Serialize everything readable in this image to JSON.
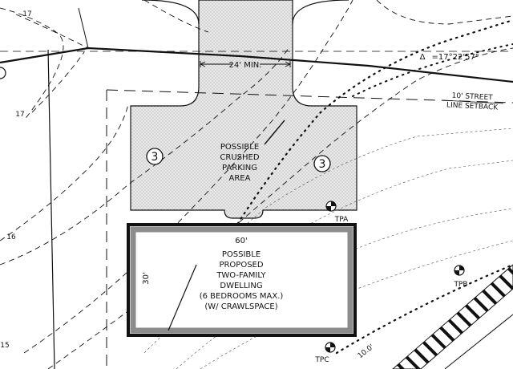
{
  "parking": {
    "label_lines": [
      "POSSIBLE",
      "CRUSHED",
      "PARKING",
      "AREA"
    ],
    "driveway_width": "24' MIN.",
    "space_count_left": "3",
    "space_count_right": "3"
  },
  "dwelling": {
    "width_label": "60'",
    "depth_label": "30'",
    "label_lines": [
      "POSSIBLE",
      "PROPOSED",
      "TWO-FAMILY",
      "DWELLING",
      "(6 BEDROOMS MAX.)",
      "(W/ CRAWLSPACE)"
    ]
  },
  "setback": {
    "lines": [
      "10' STREET",
      "LINE SETBACK"
    ],
    "side": "10.0'"
  },
  "curve": {
    "delta_symbol": "Δ",
    "delta": "=17°22'57\""
  },
  "contours": {
    "c17_top": "17",
    "c17_left": "17",
    "c16": "16",
    "c15": "15"
  },
  "test_pits": {
    "a": "TPA",
    "b": "TPB",
    "c": "TPC"
  },
  "colors": {
    "line": "#111111",
    "dwelling_fill": "#8c8c8c",
    "parking_fill": "#e4e4e4"
  }
}
